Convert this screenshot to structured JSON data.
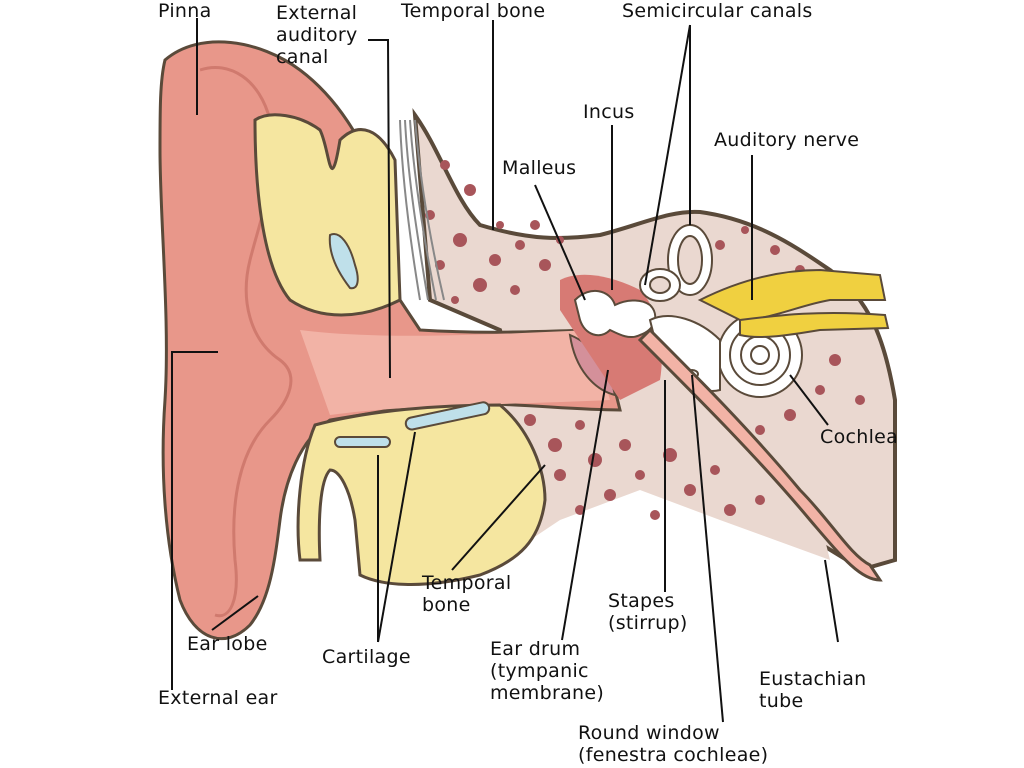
{
  "labels": {
    "pinna": "Pinna",
    "external_auditory_canal": "External\nauditory\ncanal",
    "temporal_bone_top": "Temporal bone",
    "semicircular_canals": "Semicircular canals",
    "incus": "Incus",
    "malleus": "Malleus",
    "auditory_nerve": "Auditory nerve",
    "cochlea": "Cochlea",
    "temporal_bone_lower": "Temporal\nbone",
    "stapes": "Stapes\n(stirrup)",
    "ear_drum": "Ear drum\n(tympanic\nmembrane)",
    "eustachian_tube": "Eustachian\ntube",
    "ear_lobe": "Ear lobe",
    "cartilage": "Cartilage",
    "external_ear": "External ear",
    "round_window": "Round window\n(fenestra cochleae)"
  },
  "colors": {
    "skin": "#e8978a",
    "skin_light": "#f2b3a6",
    "cartilage_yellow": "#f5e6a0",
    "bone": "#ead8d0",
    "bone_spots": "#a8555a",
    "outline": "#5a4a3a",
    "ossicle": "#ffffff",
    "nerve": "#f0d040",
    "blue_cartilage": "#bfe0ea"
  }
}
